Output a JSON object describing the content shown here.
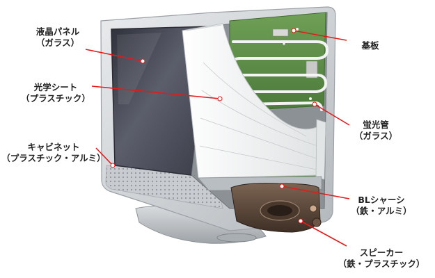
{
  "callouts": [
    {
      "id": "lcd-panel",
      "lines": [
        "液晶パネル",
        "（ガラス）"
      ]
    },
    {
      "id": "optical-sheet",
      "lines": [
        "光学シート",
        "（プラスチック）"
      ]
    },
    {
      "id": "cabinet",
      "lines": [
        "キャビネット",
        "（プラスチック・アルミ）"
      ]
    },
    {
      "id": "circuit-board",
      "lines": [
        "基板"
      ]
    },
    {
      "id": "fluorescent-tube",
      "lines": [
        "蛍光管",
        "（ガラス）"
      ]
    },
    {
      "id": "bl-chassis",
      "lines": [
        "BLシャーシ",
        "（鉄・アルミ）"
      ]
    },
    {
      "id": "speaker",
      "lines": [
        "スピーカー",
        "（鉄・プラスチック）"
      ]
    }
  ],
  "colors": {
    "leader_line": "#e21b1b",
    "leader_dot": "#ffffff",
    "bezel": "#cfd3d6",
    "screen": "#4a4c58",
    "optical_sheet": "#eef0f0",
    "circuit_board": "#5f8f4a",
    "speaker_housing": "#5a4637"
  }
}
